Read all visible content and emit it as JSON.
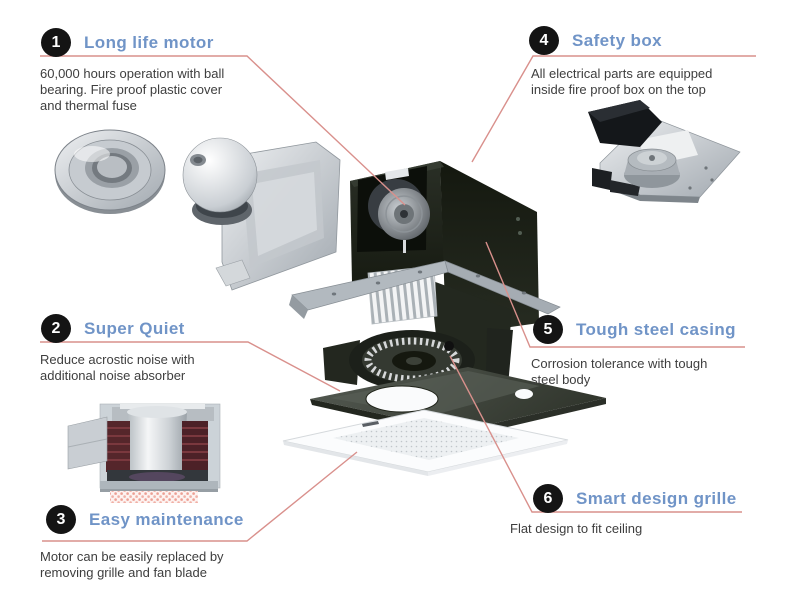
{
  "figure": {
    "type": "exploded-view feature diagram",
    "parts_depicted": [
      "ball bearing",
      "duct adapter",
      "fan motor",
      "steel casing",
      "safety box",
      "noise absorber motor",
      "blower wheel",
      "mounting plate",
      "ceiling grille"
    ]
  },
  "callouts": [
    {
      "number": "1",
      "title": "Long life motor",
      "desc_lines": [
        "60,000 hours operation with ball",
        "bearing. Fire proof plastic cover",
        "and thermal fuse"
      ]
    },
    {
      "number": "2",
      "title": "Super Quiet",
      "desc_lines": [
        "Reduce acrostic noise with",
        "additional noise absorber"
      ]
    },
    {
      "number": "3",
      "title": "Easy maintenance",
      "desc_lines": [
        "Motor can be easily replaced by",
        "removing grille and fan blade"
      ]
    },
    {
      "number": "4",
      "title": "Safety box",
      "desc_lines": [
        "All electrical parts are equipped",
        "inside fire proof box on the top"
      ]
    },
    {
      "number": "5",
      "title": "Tough steel casing",
      "desc_lines": [
        "Corrosion tolerance with tough",
        "steel body"
      ]
    },
    {
      "number": "6",
      "title": "Smart design grille",
      "desc_lines": [
        "Flat design to fit ceiling"
      ]
    }
  ],
  "colors": {
    "title_blue": "#7094c7",
    "badge_black": "#141414",
    "description_gray": "#3e3e3e",
    "leader_line_pink": "#d9908c",
    "background": "#ffffff"
  }
}
